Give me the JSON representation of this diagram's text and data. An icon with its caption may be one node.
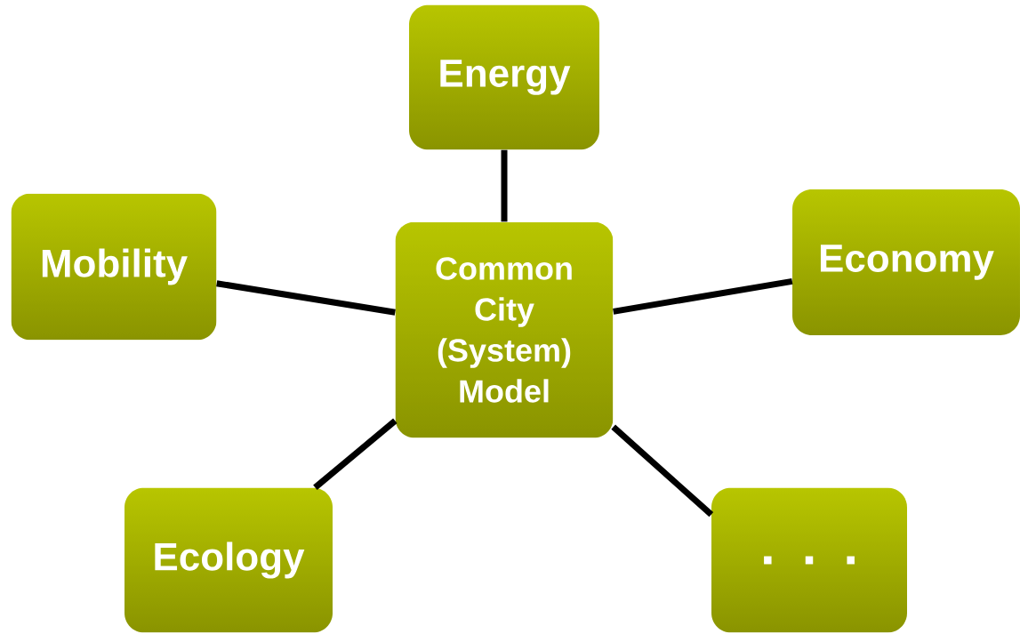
{
  "diagram": {
    "nodes": [
      {
        "text": [
          "Common City (System) Model"
        ]
      },
      {
        "text": [
          "Energy"
        ]
      },
      {
        "text": [
          "Mobility"
        ]
      },
      {
        "text": [
          "Economy"
        ]
      },
      {
        "text": [
          "Ecology"
        ]
      },
      {
        "text": [
          ". . ."
        ]
      }
    ],
    "edges": [
      {
        "from": 0,
        "to": 1,
        "arrow": "none"
      },
      {
        "from": 0,
        "to": 2,
        "arrow": "none"
      },
      {
        "from": 0,
        "to": 3,
        "arrow": "none"
      },
      {
        "from": 0,
        "to": 4,
        "arrow": "none"
      },
      {
        "from": 0,
        "to": 5,
        "arrow": "none"
      }
    ]
  }
}
